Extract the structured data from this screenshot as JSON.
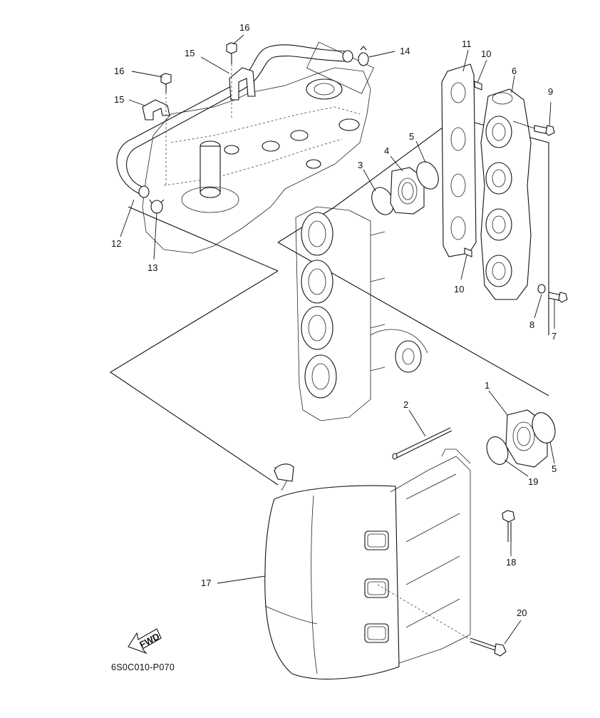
{
  "diagram": {
    "drawing_code": "6S0C010-P070",
    "fwd_label": "FWD",
    "callouts": [
      "1",
      "2",
      "3",
      "4",
      "5",
      "5",
      "6",
      "7",
      "8",
      "9",
      "10",
      "10",
      "11",
      "12",
      "13",
      "14",
      "15",
      "15",
      "16",
      "16",
      "17",
      "18",
      "19",
      "20"
    ],
    "colors": {
      "line": "#111111",
      "background": "#ffffff"
    }
  }
}
